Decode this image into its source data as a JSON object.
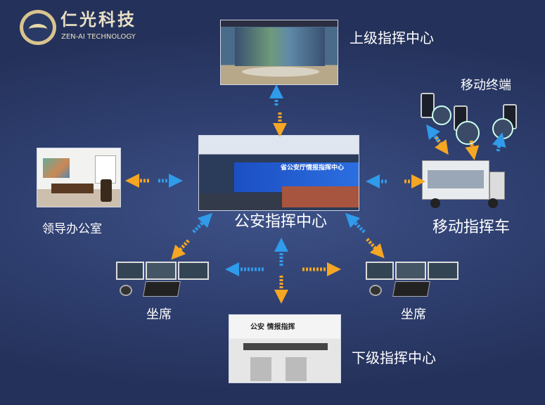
{
  "logo": {
    "name_cn": "仁光科技",
    "name_en": "ZEN-AI TECHNOLOGY"
  },
  "nodes": {
    "upper": "上级指挥中心",
    "center": "公安指挥中心",
    "center_screen_text": "省公安厅情报指挥中心",
    "office": "领导办公室",
    "vehicle": "移动指挥车",
    "mobile": "移动终端",
    "seat_left": "坐席",
    "seat_right": "坐席",
    "lower": "下级指挥中心",
    "lower_sign": "公安  情报指挥"
  },
  "colors": {
    "blue": "#2f9bea",
    "orange": "#f5a623",
    "bg": "#2e3e6e"
  }
}
